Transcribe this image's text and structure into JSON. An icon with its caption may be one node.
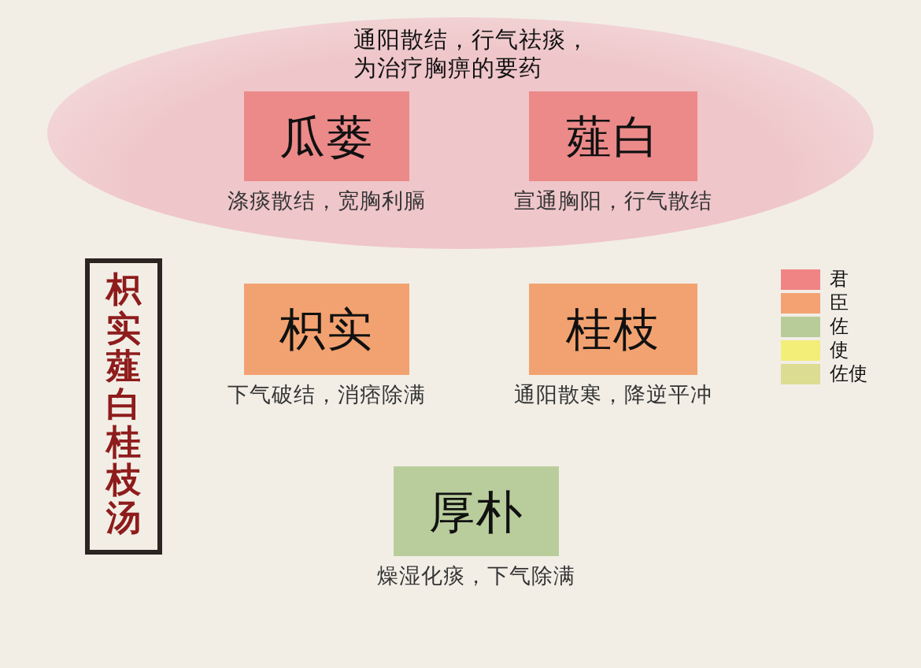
{
  "diagram": {
    "title": "枳实薤白桂枝汤",
    "nodes": [
      {
        "text": [
          "通阳散结，行气祛痰，为治疗胸痹的要药"
        ]
      },
      {
        "text": [
          "瓜蒌"
        ],
        "in": 0,
        "beside": [
          "涤痰散结，宽胸利膈"
        ]
      },
      {
        "text": [
          "薤白"
        ],
        "in": 0,
        "beside": [
          "宣通胸阳，行气散结"
        ]
      },
      {
        "text": [
          "枳实"
        ],
        "beside": [
          "下气破结，消痞除满"
        ]
      },
      {
        "text": [
          "桂枝"
        ],
        "beside": [
          "通阳散寒，降逆平冲"
        ]
      },
      {
        "text": [
          "厚朴"
        ],
        "beside": [
          "燥湿化痰，下气除满"
        ]
      }
    ],
    "legend": [
      {
        "text": "君",
        "color": "#f08484"
      },
      {
        "text": "臣",
        "color": "#f4a272"
      },
      {
        "text": "佐",
        "color": "#b8cc9a"
      },
      {
        "text": "使",
        "color": "#f2ee78"
      },
      {
        "text": "佐使",
        "color": "#dcdc92"
      }
    ]
  }
}
